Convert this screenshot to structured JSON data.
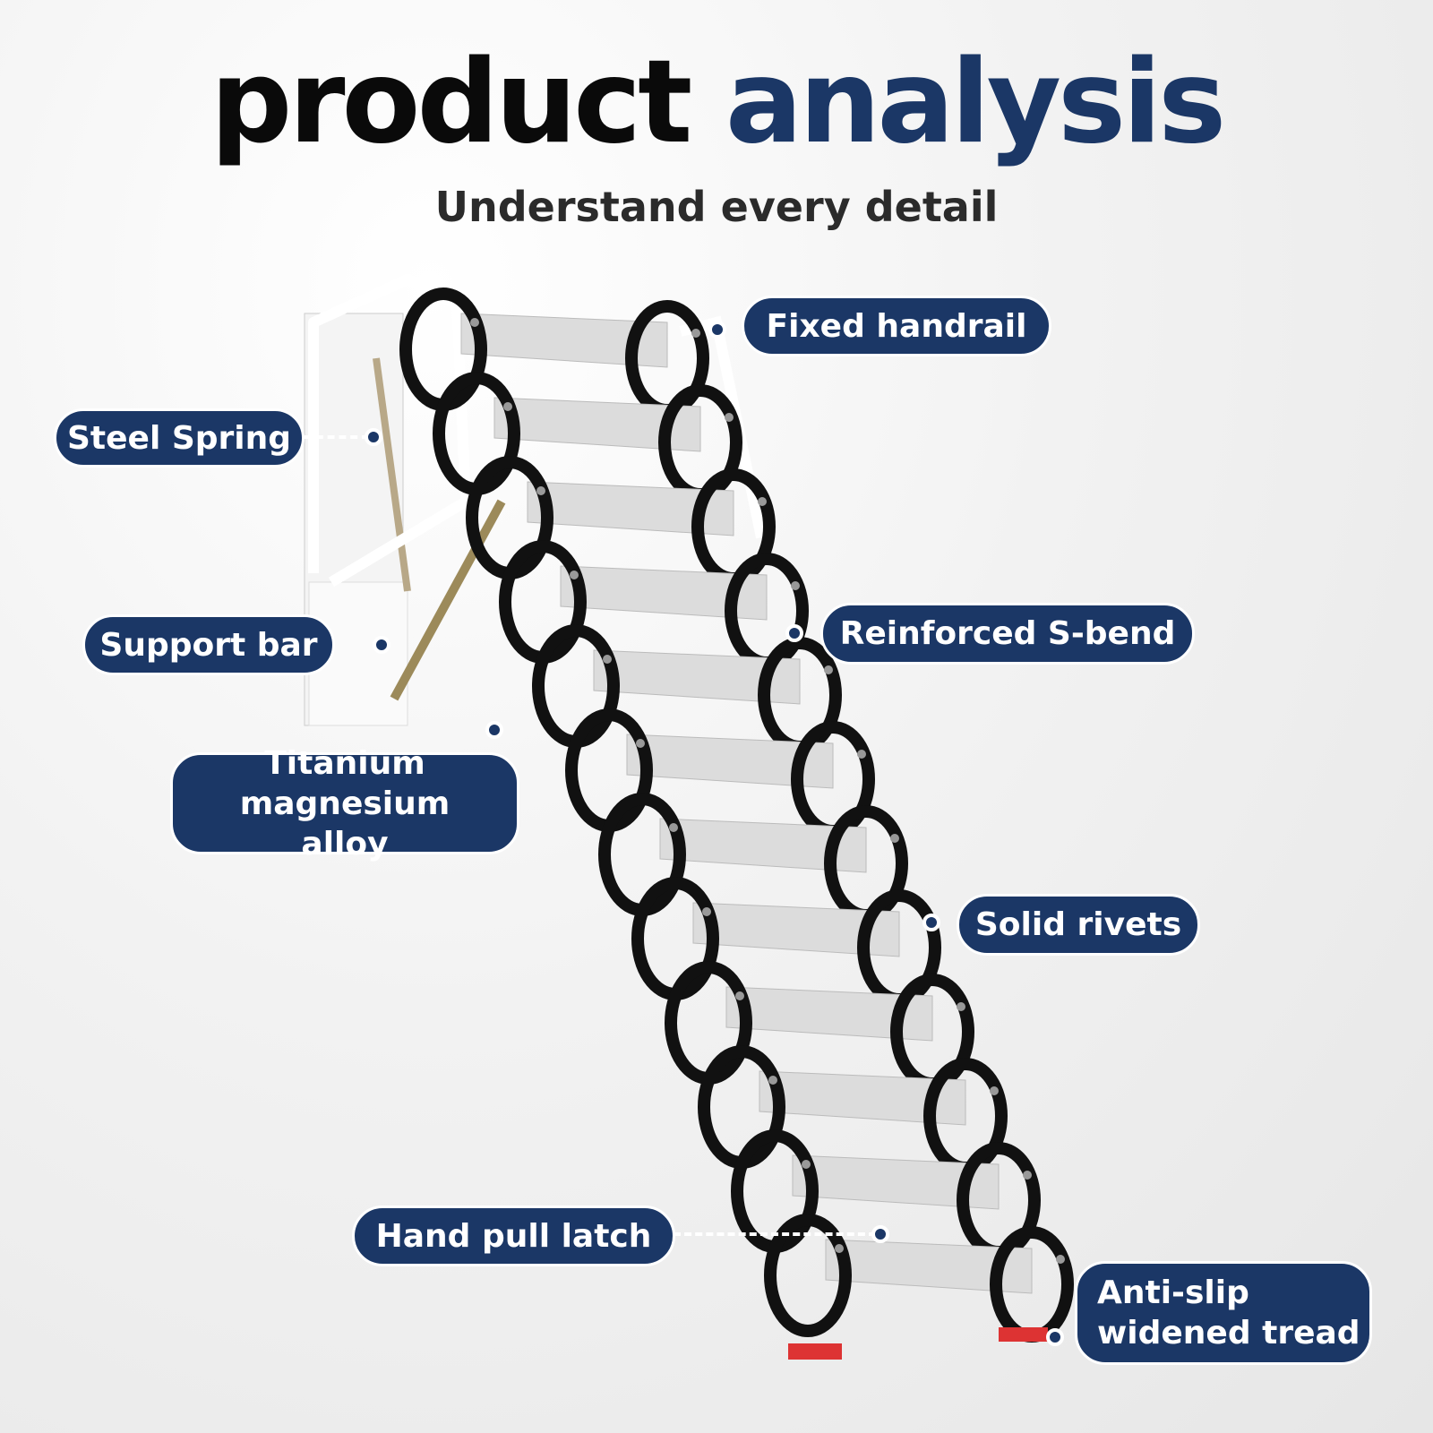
{
  "header": {
    "title_part1": "product",
    "title_part2": "analysis",
    "subtitle": "Understand every detail"
  },
  "labels": {
    "fixed_handrail": "Fixed handrail",
    "steel_spring": "Steel Spring",
    "support_bar": "Support bar",
    "reinforced_s_bend": "Reinforced S-bend",
    "titanium_alloy": "Titanium magnesium alloy",
    "solid_rivets": "Solid rivets",
    "hand_pull_latch": "Hand pull latch",
    "anti_slip_tread": "Anti-slip widened tread"
  },
  "colors": {
    "accent": "#1b3766",
    "title": "#0a0a0a"
  }
}
